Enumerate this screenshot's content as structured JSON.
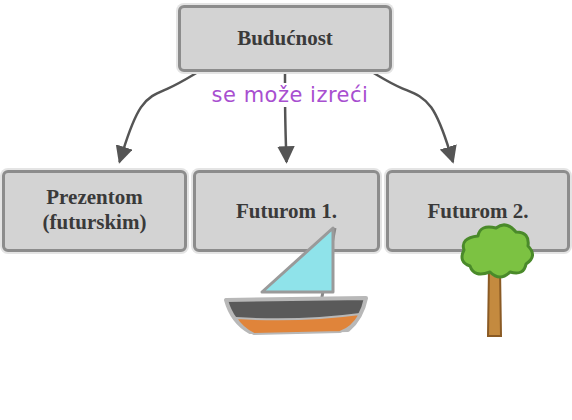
{
  "diagram": {
    "nodes": [
      {
        "text": [
          "Budućnost"
        ]
      },
      {
        "text": [
          "Prezentom (futurskim)"
        ]
      },
      {
        "text": [
          "Futurom 1."
        ]
      },
      {
        "text": [
          "Futurom 2."
        ]
      }
    ],
    "edges": [
      {
        "from": 0,
        "to": 1,
        "arrow": "to"
      },
      {
        "from": 0,
        "to": 2,
        "arrow": "to"
      },
      {
        "from": 0,
        "to": 3,
        "arrow": "to"
      }
    ],
    "labels": [
      "se može izreći"
    ]
  }
}
